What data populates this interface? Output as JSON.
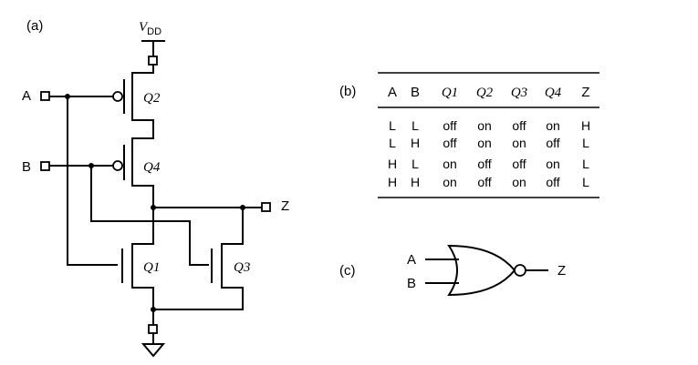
{
  "labels": {
    "part_a": "(a)",
    "part_b": "(b)",
    "part_c": "(c)",
    "vdd": "V",
    "vdd_sub": "DD",
    "input_a": "A",
    "input_b": "B",
    "output_z": "Z",
    "q1": "Q1",
    "q2": "Q2",
    "q3": "Q3",
    "q4": "Q4"
  },
  "truth_table": {
    "headers": [
      "A",
      "B",
      "Q1",
      "Q2",
      "Q3",
      "Q4",
      "Z"
    ],
    "rows": [
      [
        "L",
        "L",
        "off",
        "on",
        "off",
        "on",
        "H"
      ],
      [
        "L",
        "H",
        "off",
        "on",
        "on",
        "off",
        "L"
      ],
      [
        "H",
        "L",
        "on",
        "off",
        "off",
        "on",
        "L"
      ],
      [
        "H",
        "H",
        "on",
        "off",
        "on",
        "off",
        "L"
      ]
    ]
  },
  "gate": {
    "input_a": "A",
    "input_b": "B",
    "output": "Z"
  }
}
